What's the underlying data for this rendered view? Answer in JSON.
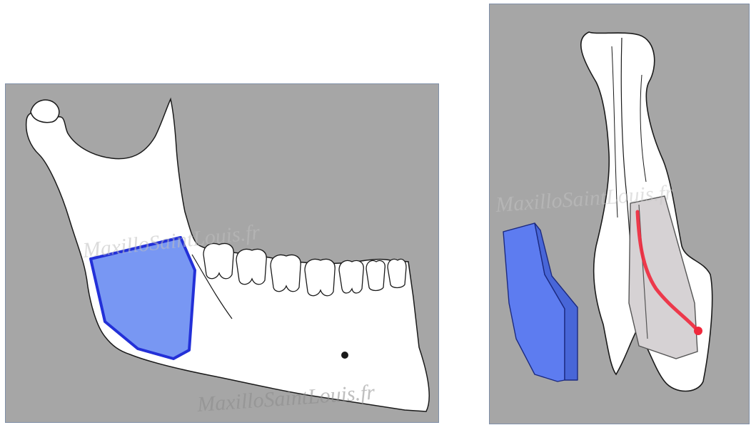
{
  "colors": {
    "background": "#a6a6a6",
    "bone_fill": "#ffffff",
    "bone_outline": "#1a1a1a",
    "graft_fill": "#6d8ef2",
    "graft_stroke": "#2330d8",
    "graft_block_fill": "#5d7cf0",
    "nerve": "#f0283c",
    "cortical_window_fill": "#d6d2d4"
  },
  "watermarks": {
    "left_center": "MaxilloSaintLouis.fr",
    "left_bottom": "MaxilloSaintLouis.fr",
    "right_center": "MaxilloSaintLouis.fr"
  },
  "panels": {
    "left": {
      "subject": "mandible lateral view",
      "graft_region": "ramus"
    },
    "right": {
      "subject": "mandible cross-section with harvested graft block",
      "nerve": "inferior alveolar canal"
    }
  }
}
